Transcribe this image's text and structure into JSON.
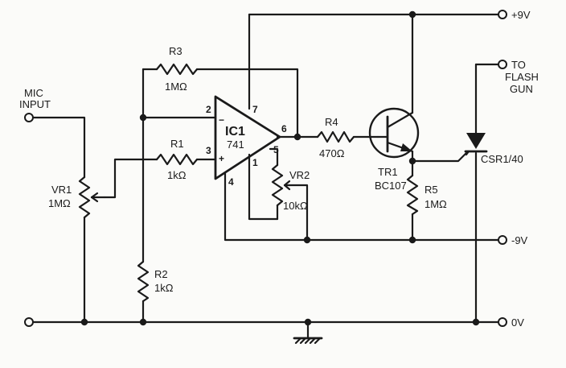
{
  "diagram": {
    "terminals": {
      "plus9v": "+9V",
      "to_flash_line1": "TO",
      "to_flash_line2": "FLASH",
      "to_flash_line3": "GUN",
      "minus9v": "-9V",
      "zero_v": "0V",
      "mic_line1": "MIC",
      "mic_line2": "INPUT"
    },
    "components": {
      "r3": {
        "name": "R3",
        "value": "1MΩ"
      },
      "r1": {
        "name": "R1",
        "value": "1kΩ"
      },
      "r2": {
        "name": "R2",
        "value": "1kΩ"
      },
      "r4": {
        "name": "R4",
        "value": "470Ω"
      },
      "r5": {
        "name": "R5",
        "value": "1MΩ"
      },
      "vr1": {
        "name": "VR1",
        "value": "1MΩ"
      },
      "vr2": {
        "name": "VR2",
        "value": "10kΩ"
      },
      "ic1": {
        "name": "IC1",
        "value": "741"
      },
      "tr1": {
        "name": "TR1",
        "value": "BC107"
      },
      "scr": {
        "name": "CSR1/40"
      }
    },
    "pins": {
      "p2": "2",
      "p3": "3",
      "p7": "7",
      "p6": "6",
      "p5": "5",
      "p1": "1",
      "p4": "4",
      "inv": "−",
      "noninv": "+"
    }
  }
}
